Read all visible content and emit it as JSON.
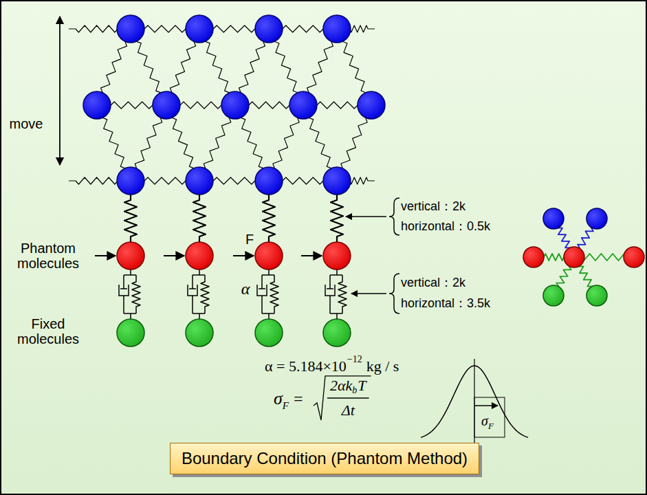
{
  "diagram": {
    "nodes": [
      {
        "text": [
          "Boundary Condition (Phantom Method)"
        ]
      }
    ],
    "labels": [
      "move",
      "Phantom molecules",
      "Fixed molecules",
      "F",
      "α",
      "vertical：2k",
      "horizontal：0.5k",
      "vertical：2k",
      "horizontal：3.5k",
      "α = 5.184×10",
      "−12",
      "kg / s",
      "σ",
      "F",
      "=",
      "2αk",
      "b",
      "T",
      "Δt",
      "σ",
      "F"
    ]
  }
}
